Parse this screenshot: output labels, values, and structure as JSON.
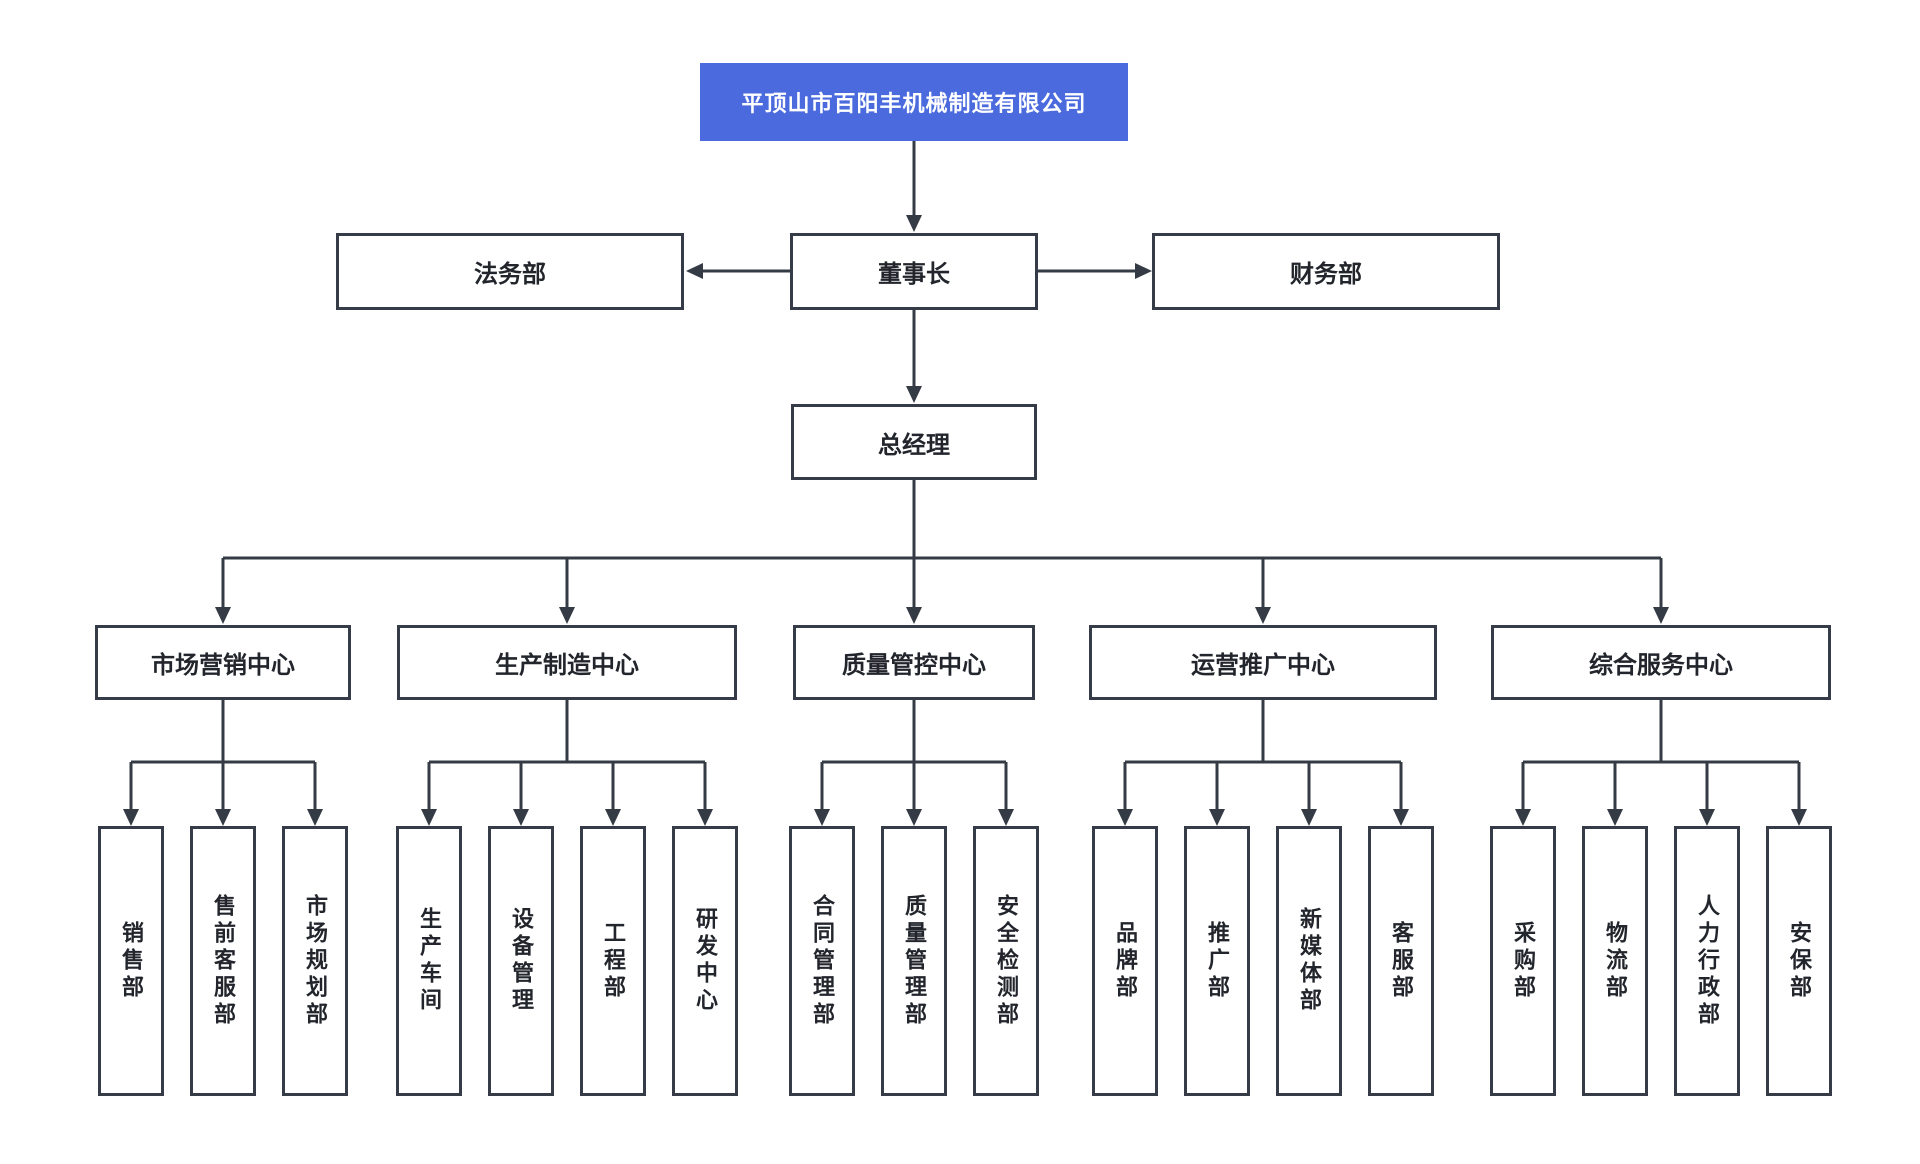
{
  "nodes": {
    "company": "平顶山市百阳丰机械制造有限公司",
    "legal": "法务部",
    "chairman": "董事长",
    "finance": "财务部",
    "gm": "总经理"
  },
  "centers": [
    {
      "label": "市场营销中心",
      "departments": [
        "销售部",
        "售前客服部",
        "市场规划部"
      ]
    },
    {
      "label": "生产制造中心",
      "departments": [
        "生产车间",
        "设备管理",
        "工程部",
        "研发中心"
      ]
    },
    {
      "label": "质量管控中心",
      "departments": [
        "合同管理部",
        "质量管理部",
        "安全检测部"
      ]
    },
    {
      "label": "运营推广中心",
      "departments": [
        "品牌部",
        "推广部",
        "新媒体部",
        "客服部"
      ]
    },
    {
      "label": "综合服务中心",
      "departments": [
        "采购部",
        "物流部",
        "人力行政部",
        "安保部"
      ]
    }
  ],
  "colors": {
    "root_fill": "#4a6ade",
    "root_text": "#ffffff",
    "node_fill": "#ffffff",
    "node_border": "#353c47",
    "line": "#353b45",
    "text": "#22262c",
    "background": "#ffffff"
  }
}
